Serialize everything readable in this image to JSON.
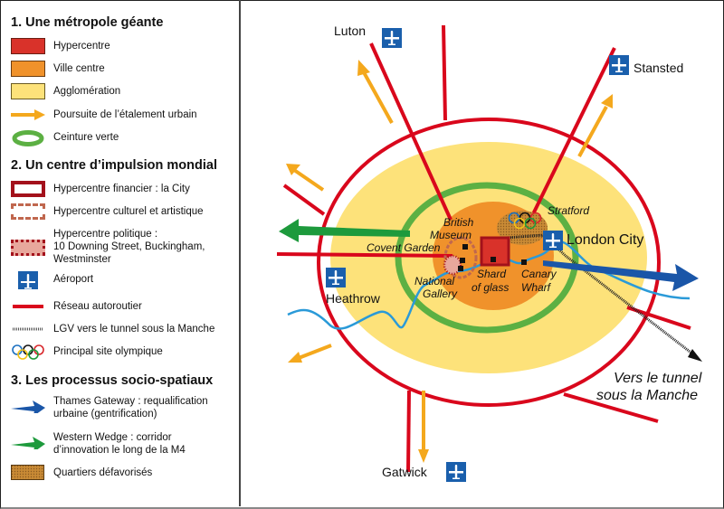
{
  "legend": {
    "sections": [
      {
        "title": "1. Une métropole géante",
        "items": [
          {
            "label": "Hypercentre",
            "symbol": "hypercentre-swatch",
            "color": "#d9322a"
          },
          {
            "label": "Ville centre",
            "symbol": "ville-centre-swatch",
            "color": "#f0922b"
          },
          {
            "label": "Agglomération",
            "symbol": "agglomeration-swatch",
            "color": "#fde27a"
          },
          {
            "label": "Poursuite de l’étalement urbain",
            "symbol": "orange-arrow-icon",
            "color": "#f4a81d"
          },
          {
            "label": "Ceinture verte",
            "symbol": "green-ring-icon",
            "color": "#5cb043"
          }
        ]
      },
      {
        "title": "2. Un centre d’impulsion mondial",
        "items": [
          {
            "label": "Hypercentre financier : la City",
            "symbol": "financial-box",
            "color": "#b2101a"
          },
          {
            "label": "Hypercentre culturel et artistique",
            "symbol": "cultural-dashed-box",
            "color": "#c0674e"
          },
          {
            "label_lines": [
              "Hypercentre politique :",
              "10 Downing Street, Buckingham,",
              "Westminster"
            ],
            "symbol": "political-dotted-box",
            "color": "#a3111b"
          },
          {
            "label": "Aéroport",
            "symbol": "airport-icon",
            "color": "#1a5fac"
          },
          {
            "label": "Réseau autoroutier",
            "symbol": "motorway-line",
            "color": "#d9071c"
          },
          {
            "label": "LGV vers le tunnel sous la Manche",
            "symbol": "rail-line",
            "color": "#333333"
          },
          {
            "label": "Principal site olympique",
            "symbol": "olympic-rings-icon"
          }
        ]
      },
      {
        "title": "3. Les processus socio-spatiaux",
        "items": [
          {
            "label_lines": [
              "Thames Gateway : requalification",
              "urbaine (gentrification)"
            ],
            "symbol": "blue-arrow-icon",
            "color": "#1a56a8"
          },
          {
            "label_lines": [
              "Western Wedge : corridor",
              "d’innovation le long de la M4"
            ],
            "symbol": "green-arrow-icon",
            "color": "#1d9a3c"
          },
          {
            "label": "Quartiers défavorisés",
            "symbol": "deprived-hatch-swatch",
            "color": "#c98a35"
          }
        ]
      }
    ]
  },
  "map": {
    "airports": {
      "luton": "Luton",
      "stansted": "Stansted",
      "heathrow": "Heathrow",
      "gatwick": "Gatwick",
      "london_city": "London City"
    },
    "places": {
      "british_museum": [
        "British",
        "Museum"
      ],
      "covent_garden": "Covent Garden",
      "national_gallery": [
        "National",
        "Gallery"
      ],
      "shard": [
        "Shard",
        "of glass"
      ],
      "canary_wharf": [
        "Canary",
        "Wharf"
      ],
      "stratford": "Stratford"
    },
    "tunnel_label": [
      "Vers le tunnel",
      "sous la Manche"
    ],
    "colors": {
      "agglomeration": "#fde27a",
      "ville_centre": "#f0922b",
      "hypercentre": "#d9322a",
      "green_belt": "#5cb043",
      "motorway": "#d9071c",
      "thames": "#2a9ad8",
      "sprawl_arrow": "#f4a81d",
      "thames_gateway": "#1a56a8",
      "western_wedge": "#1d9a3c",
      "airport": "#1a5fac"
    }
  }
}
